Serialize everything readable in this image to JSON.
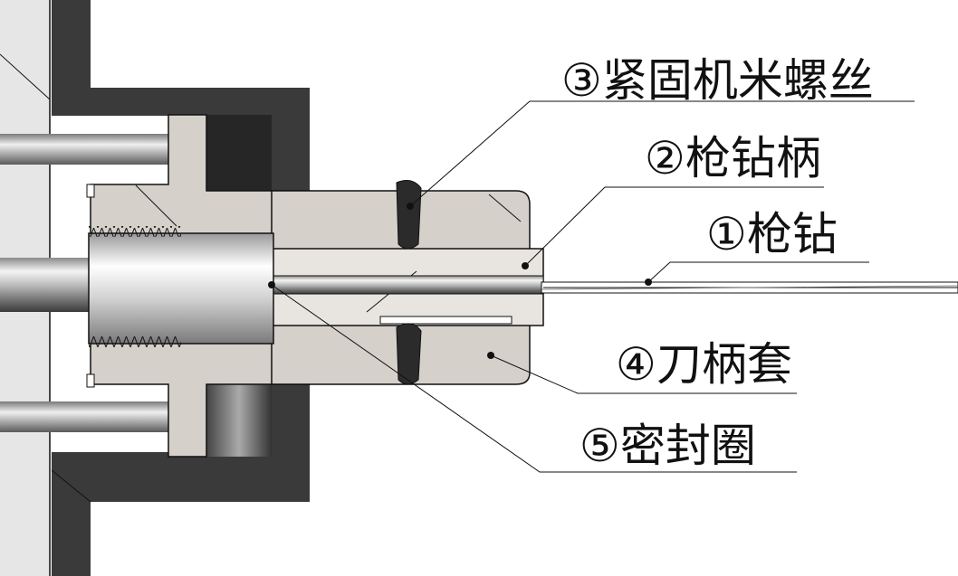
{
  "labels": {
    "screw": "③紧固机米螺丝",
    "holder": "②枪钻柄",
    "drill": "①枪钻",
    "sleeve": "④刀柄套",
    "seal": "⑤密封圈"
  },
  "colors": {
    "dark_steel": "#3a3a3a",
    "sleeve_gray": "#d6d0cb",
    "seal_dark": "#2b2b2b",
    "plate": "#e6e6e6",
    "line": "#111111"
  }
}
